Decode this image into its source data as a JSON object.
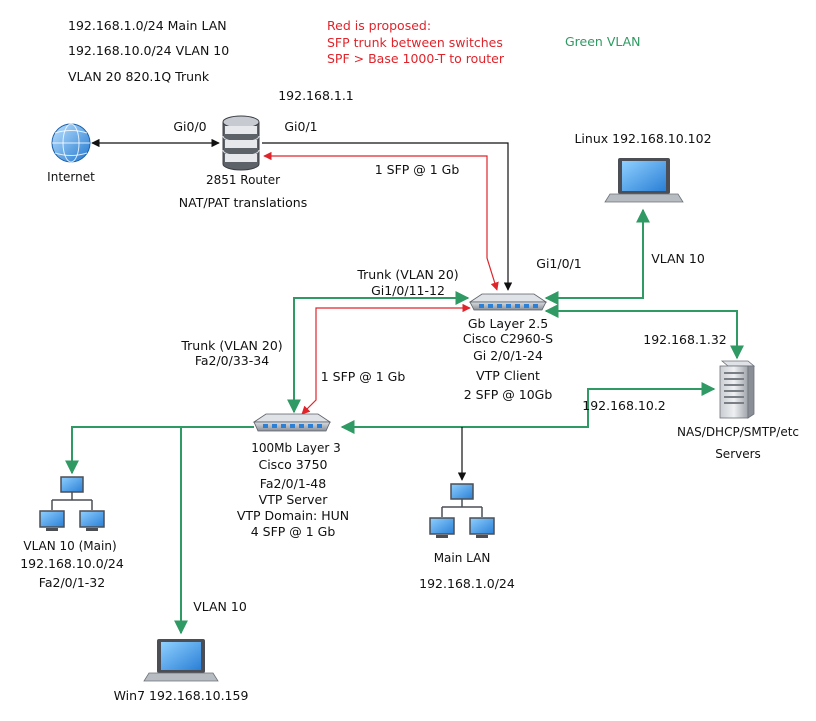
{
  "colors": {
    "black": "#111111",
    "green": "#2f9a63",
    "red": "#e0242b",
    "device_gray": "#8a8f97",
    "screen_blue": "#3a8fe0"
  },
  "legend": {
    "main_lan": "192.168.1.0/24  Main LAN",
    "vlan10": "192.168.10.0/24  VLAN 10",
    "vlan20": "VLAN 20  820.1Q Trunk",
    "red_lines": [
      "Red is proposed:",
      "SFP trunk between switches",
      "SPF > Base 1000-T to router"
    ],
    "green_vlan": "Green VLAN"
  },
  "router": {
    "ip": "192.168.1.1",
    "label": "2851 Router",
    "nat": "NAT/PAT translations",
    "port_left": "Gi0/0",
    "port_right": "Gi0/1",
    "icon": "router-icon"
  },
  "internet": {
    "label": "Internet",
    "icon": "globe-icon"
  },
  "uplink_sfp_top": "1 SFP @ 1 Gb",
  "uplink_sfp_mid": "1 SFP @ 1 Gb",
  "linux": {
    "label": "Linux 192.168.10.102",
    "icon": "laptop-icon"
  },
  "linux_vlan": "VLAN 10",
  "gi_port": "Gi1/0/1",
  "trunk_top": [
    "Trunk (VLAN 20)",
    "Gi1/0/11-12"
  ],
  "trunk_left": [
    "Trunk (VLAN 20)",
    "Fa2/0/33-34"
  ],
  "switch_2960": {
    "lines": [
      "Gb Layer 2.5",
      "Cisco C2960-S",
      "Gi 2/0/1-24",
      "VTP Client",
      "2 SFP @ 10Gb"
    ],
    "icon": "switch-icon"
  },
  "server_ip_top": "192.168.1.32",
  "server_ip_bottom": "192.168.10.2",
  "servers": {
    "lines": [
      "NAS/DHCP/SMTP/etc",
      "Servers"
    ],
    "icon": "server-icon"
  },
  "switch_3750": {
    "lines": [
      "100Mb Layer 3",
      "Cisco 3750",
      "Fa2/0/1-48",
      "VTP Server",
      "VTP Domain: HUN",
      "4 SFP @ 1 Gb"
    ],
    "icon": "switch-icon"
  },
  "vlan10_group": {
    "lines": [
      "VLAN 10 (Main)",
      "192.168.10.0/24",
      "Fa2/0/1-32"
    ],
    "icon": "network-icon"
  },
  "main_lan_group": {
    "lines": [
      "Main LAN",
      "192.168.1.0/24"
    ],
    "icon": "network-icon"
  },
  "win7_vlan": "VLAN 10",
  "win7": {
    "label": "Win7 192.168.10.159",
    "icon": "laptop-icon"
  }
}
